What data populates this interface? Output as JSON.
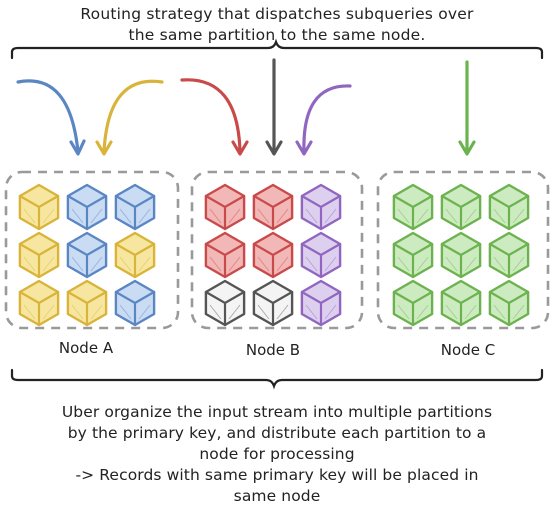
{
  "top_caption": {
    "line1": "Routing strategy that dispatches subqueries over",
    "line2": "the same partition to the same node."
  },
  "nodes": [
    {
      "label": "Node A",
      "cubes": [
        "yellow",
        "blue",
        "blue",
        "yellow",
        "blue",
        "yellow",
        "yellow",
        "yellow",
        "blue"
      ]
    },
    {
      "label": "Node B",
      "cubes": [
        "red",
        "red",
        "purple",
        "red",
        "red",
        "purple",
        "gray",
        "gray",
        "purple"
      ]
    },
    {
      "label": "Node C",
      "cubes": [
        "green",
        "green",
        "green",
        "green",
        "green",
        "green",
        "green",
        "green",
        "green"
      ]
    }
  ],
  "arrows": [
    {
      "color": "blue"
    },
    {
      "color": "yellow"
    },
    {
      "color": "red"
    },
    {
      "color": "gray"
    },
    {
      "color": "purple"
    },
    {
      "color": "green"
    }
  ],
  "colors": {
    "yellow": {
      "fill": "#f7e6a0",
      "stroke": "#d9b43a"
    },
    "blue": {
      "fill": "#c9dcf4",
      "stroke": "#5b86c4"
    },
    "red": {
      "fill": "#f2b8b8",
      "stroke": "#c94a4a"
    },
    "purple": {
      "fill": "#ddd0ef",
      "stroke": "#9066c0"
    },
    "gray": {
      "fill": "#f4f4f4",
      "stroke": "#555555"
    },
    "green": {
      "fill": "#cdebc0",
      "stroke": "#6cb34f"
    }
  },
  "bottom_caption": {
    "line1": "Uber organize the input stream into multiple partitions",
    "line2": "by the primary key, and distribute each partition to a",
    "line3": "node for processing",
    "line4": "-> Records with same primary key will be placed in",
    "line5": "same node"
  }
}
